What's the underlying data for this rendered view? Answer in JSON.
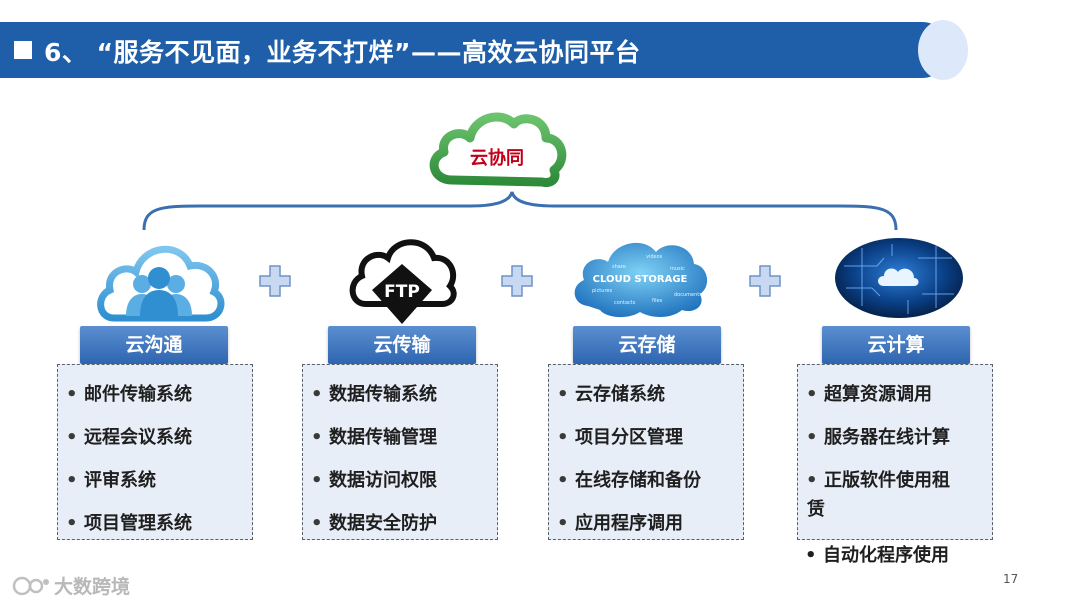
{
  "header": {
    "title": "6、 “服务不见面，业务不打烊”——高效云协同平台"
  },
  "center": {
    "label": "云协同"
  },
  "columns": [
    {
      "label": "云沟通",
      "items": [
        "邮件传输系统",
        "远程会议系统",
        "评审系统",
        "项目管理系统"
      ],
      "icon": "people-cloud-icon"
    },
    {
      "label": "云传输",
      "items": [
        "数据传输系统",
        "数据传输管理",
        "数据访问权限",
        "数据安全防护"
      ],
      "icon": "ftp-cloud-icon",
      "icon_text": "FTP"
    },
    {
      "label": "云存储",
      "items": [
        "云存储系统",
        "项目分区管理",
        "在线存储和备份",
        "应用程序调用"
      ],
      "icon": "cloud-storage-icon",
      "icon_text": "CLOUD STORAGE",
      "icon_small_words": [
        "share",
        "videos",
        "music",
        "pictures",
        "contacts",
        "files",
        "documents"
      ]
    },
    {
      "label": "云计算",
      "items": [
        "超算资源调用",
        "服务器在线计算",
        "正版软件使用租",
        "赁",
        "自动化程序使用"
      ],
      "icon": "circuit-cloud-icon"
    }
  ],
  "footer": {
    "page_number": "17",
    "watermark": "大数跨境"
  },
  "colors": {
    "title_bar": "#1f5faa",
    "label_bg": "#2d65b0",
    "box_bg": "#e8eef8",
    "center_label": "#c0001a",
    "cloud_green": "#3aa34a"
  }
}
